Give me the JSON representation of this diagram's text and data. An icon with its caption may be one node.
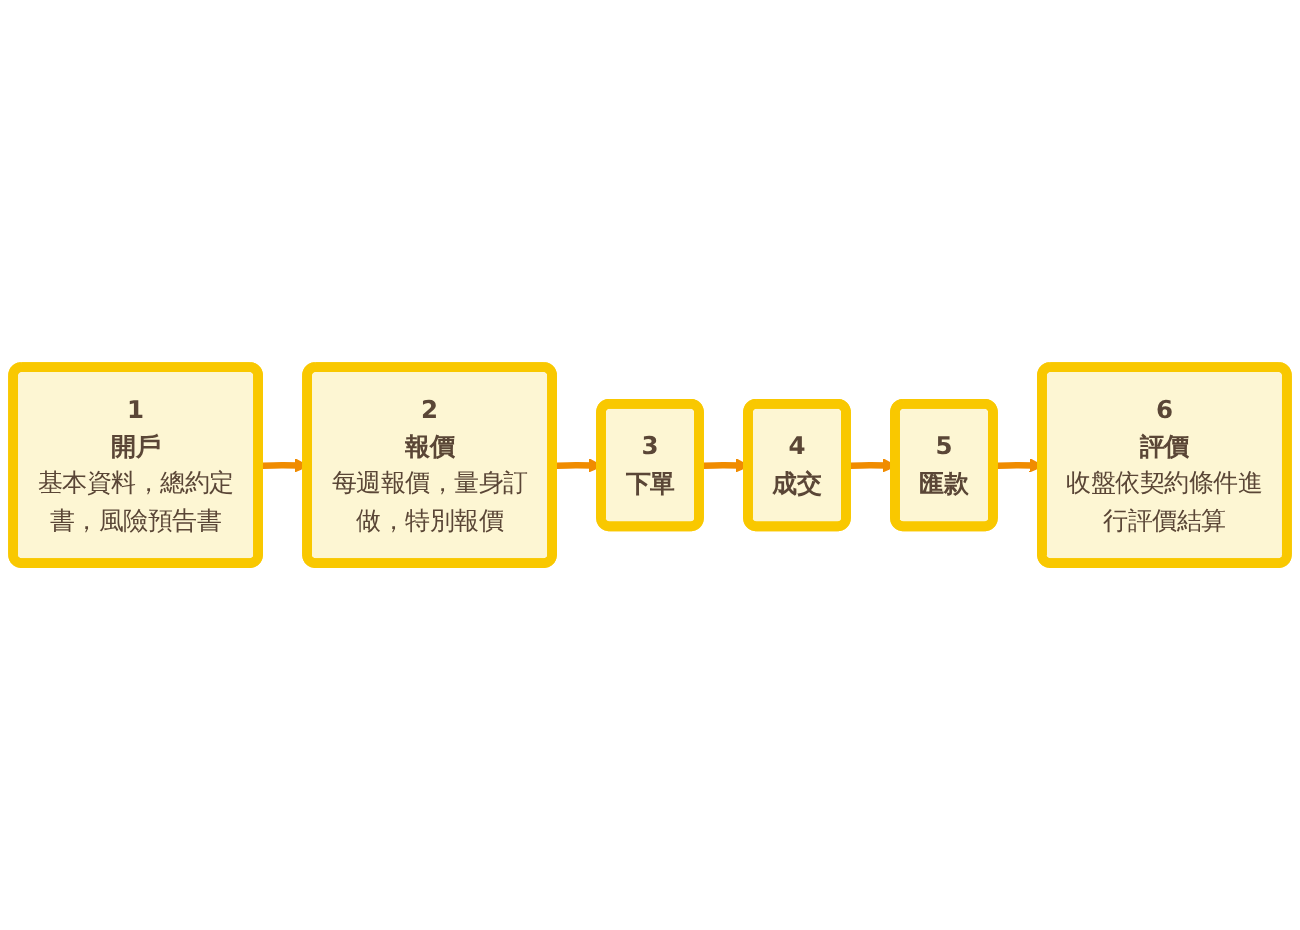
{
  "diagram": {
    "nodes": [
      {
        "text": [
          "1",
          "開戶",
          "基本資料，總約定書，風險預告書"
        ]
      },
      {
        "text": [
          "2",
          "報價",
          "每週報價，量身訂做，特別報價"
        ]
      },
      {
        "text": [
          "3",
          "下單"
        ]
      },
      {
        "text": [
          "4",
          "成交"
        ]
      },
      {
        "text": [
          "5",
          "匯款"
        ]
      },
      {
        "text": [
          "6",
          "評價",
          "收盤依契約條件進行評價結算"
        ]
      }
    ],
    "edges": [
      {
        "from": 0,
        "to": 1,
        "arrow": "to"
      },
      {
        "from": 1,
        "to": 2,
        "arrow": "to"
      },
      {
        "from": 2,
        "to": 3,
        "arrow": "to"
      },
      {
        "from": 3,
        "to": 4,
        "arrow": "to"
      },
      {
        "from": 4,
        "to": 5,
        "arrow": "to"
      }
    ]
  }
}
